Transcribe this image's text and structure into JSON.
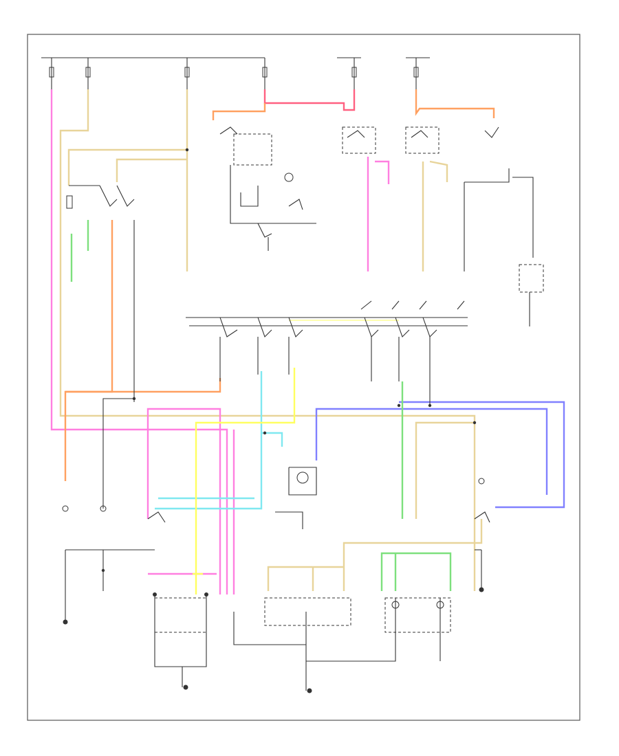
{
  "diagram": {
    "figure_id": "",
    "wire_colors": {
      "pink": "#ff7fe0",
      "tan": "#e8d49a",
      "orange": "#ffa060",
      "green": "#7de07d",
      "light_blue": "#7fe8f0",
      "yellow": "#ffff60",
      "blue": "#8080ff",
      "red_pink": "#ff6080",
      "gray": "#333333"
    },
    "components": [
      {
        "id": "fuse-1",
        "label": ""
      },
      {
        "id": "fuse-2",
        "label": ""
      },
      {
        "id": "fuse-3",
        "label": ""
      },
      {
        "id": "fuse-4",
        "label": ""
      },
      {
        "id": "fuse-5",
        "label": ""
      },
      {
        "id": "fuse-6",
        "label": ""
      },
      {
        "id": "headlamp-switch",
        "label": ""
      },
      {
        "id": "multifunction-switch",
        "label": ""
      },
      {
        "id": "dimmer-relay",
        "label": ""
      },
      {
        "id": "left-front-lamps",
        "label": ""
      },
      {
        "id": "right-front-lamps",
        "label": ""
      },
      {
        "id": "left-rear-lamps",
        "label": ""
      },
      {
        "id": "right-rear-lamps",
        "label": ""
      },
      {
        "id": "license-lamp",
        "label": ""
      },
      {
        "id": "ground-1",
        "label": ""
      },
      {
        "id": "ground-2",
        "label": ""
      },
      {
        "id": "ground-3",
        "label": ""
      },
      {
        "id": "ground-4",
        "label": ""
      }
    ]
  }
}
